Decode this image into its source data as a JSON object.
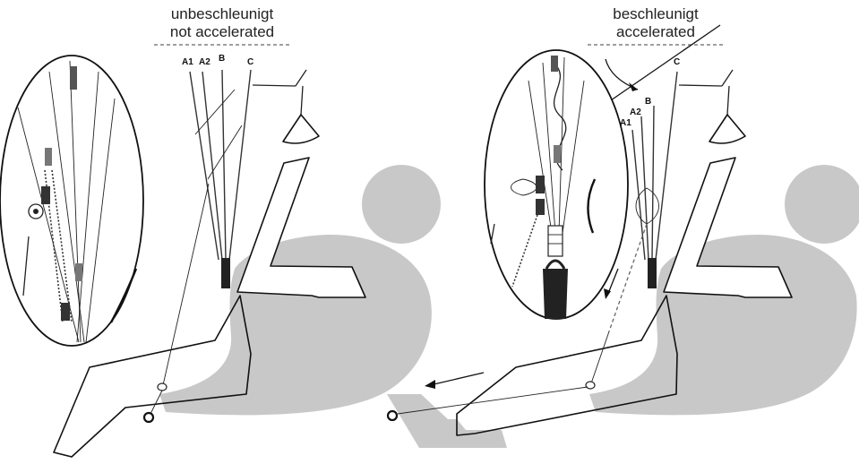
{
  "panels": {
    "left": {
      "caption_de": "unbeschleunigt",
      "caption_en": "not accelerated",
      "risers": [
        "A1",
        "A2",
        "B",
        "C"
      ]
    },
    "right": {
      "caption_de": "beschleunigt",
      "caption_en": "accelerated",
      "risers": [
        "A1",
        "A2",
        "B",
        "C"
      ]
    }
  }
}
